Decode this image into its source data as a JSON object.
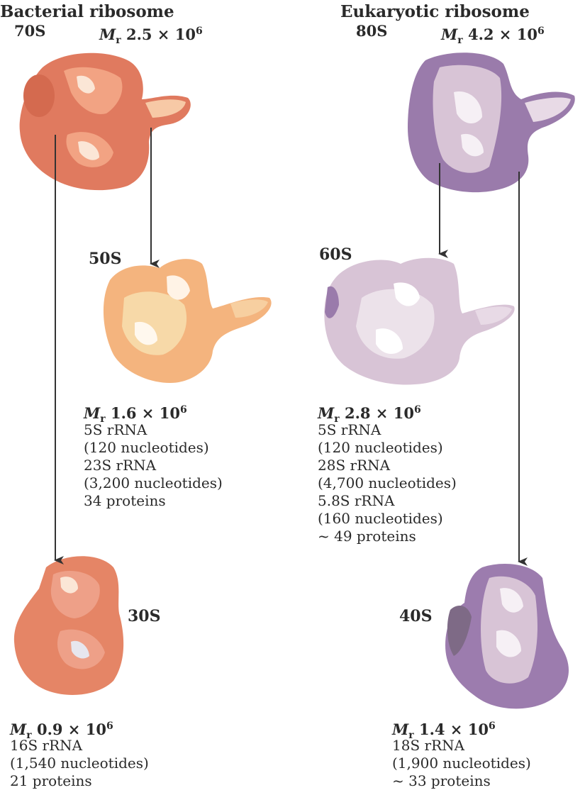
{
  "bacterial": {
    "title": "Bacterial ribosome",
    "s_value": "70S",
    "mr_prefix": "M",
    "mr_sub": "r",
    "mr_value": "2.5 × 10",
    "mr_exp": "6",
    "large": {
      "name": "50S",
      "mr_value": "1.6 × 10",
      "mr_exp": "6",
      "components": [
        "5S rRNA",
        "(120 nucleotides)",
        "23S rRNA",
        "(3,200 nucleotides)",
        "34 proteins"
      ]
    },
    "small": {
      "name": "30S",
      "mr_value": "0.9 × 10",
      "mr_exp": "6",
      "components": [
        "16S rRNA",
        "(1,540 nucleotides)",
        "21 proteins"
      ]
    }
  },
  "eukaryotic": {
    "title": "Eukaryotic ribosome",
    "s_value": "80S",
    "mr_prefix": "M",
    "mr_sub": "r",
    "mr_value": "4.2 × 10",
    "mr_exp": "6",
    "large": {
      "name": "60S",
      "mr_value": "2.8 × 10",
      "mr_exp": "6",
      "components": [
        "5S rRNA",
        "(120 nucleotides)",
        "28S rRNA",
        "(4,700 nucleotides)",
        "5.8S rRNA",
        "(160 nucleotides)",
        "~ 49 proteins"
      ]
    },
    "small": {
      "name": "40S",
      "mr_value": "1.4 × 10",
      "mr_exp": "6",
      "components": [
        "18S rRNA",
        "(1,900 nucleotides)",
        "~ 33 proteins"
      ]
    }
  },
  "colors": {
    "bacterial_whole": "#e07a5f",
    "bacterial_large": "#f4b47e",
    "bacterial_small": "#e58566",
    "eukaryotic_whole": "#9a7bab",
    "eukaryotic_large": "#d8c4d6",
    "eukaryotic_small": "#9c7cae",
    "arrow": "#333333"
  }
}
